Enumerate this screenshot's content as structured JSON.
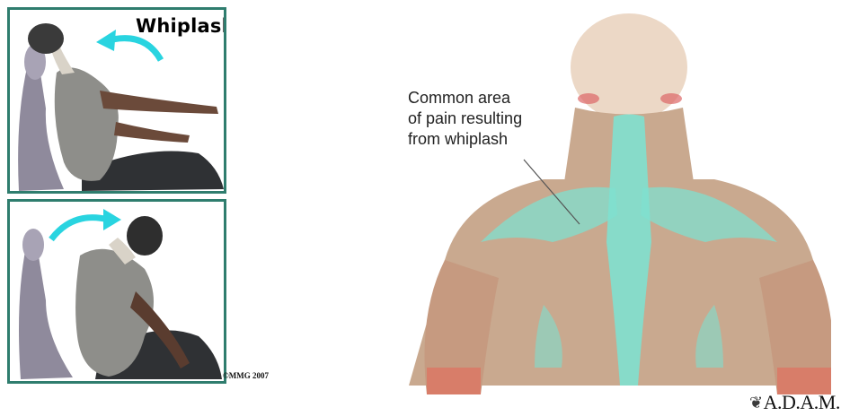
{
  "illustration": {
    "title": "Whiplash",
    "copyright": "©MMG 2007"
  },
  "anatomy": {
    "caption_lines": [
      "Common area",
      "of pain resulting",
      "from whiplash"
    ],
    "brand": "A.D.A.M."
  },
  "colors": {
    "panel_border": "#2f7d6e",
    "arrow": "#29d4e0",
    "pain_area": "#7fe0cf",
    "muscle": "#c9a98f"
  }
}
